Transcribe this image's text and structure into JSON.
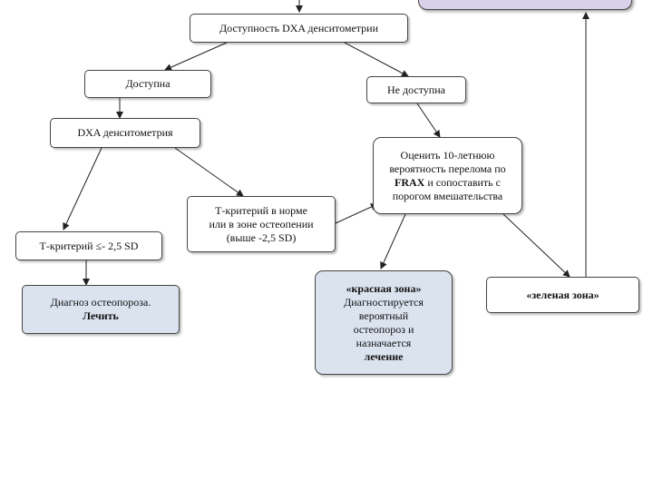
{
  "nodes": {
    "top_box": "",
    "dxa_availability": "Доступность DXA денситометрии",
    "available": "Доступна",
    "not_available": "Не доступна",
    "dxa_densitometry": "DXA денситометрия",
    "frax_line1": "Оценить 10-летнюю",
    "frax_line2": "вероятность перелома по",
    "frax_line3_bold": "FRAX",
    "frax_line3_rest": " и сопоставить с",
    "frax_line4": "порогом вмешательства",
    "tnorm_line1": "Т-критерий в норме",
    "tnorm_line2": "или в зоне остеопении",
    "tnorm_line3": "(выше -2,5 SD)",
    "tlow": "Т-критерий ≤- 2,5 SD",
    "diag_line1": "Диагноз остеопороза.",
    "diag_line2": "Лечить",
    "red_line1": "«красная зона»",
    "red_line2": "Диагностируется",
    "red_line3": "вероятный",
    "red_line4": "остеопороз и",
    "red_line5": "назначается",
    "red_line6": "лечение",
    "green": "«зеленая зона»"
  }
}
